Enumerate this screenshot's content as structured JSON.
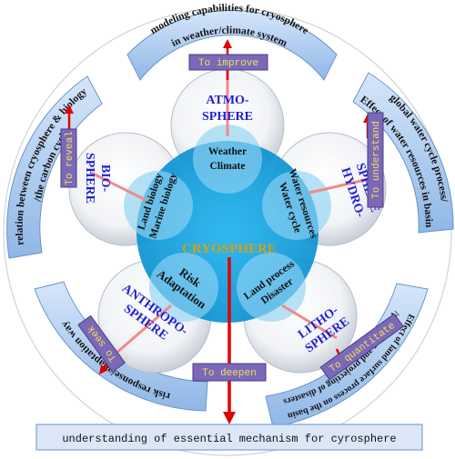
{
  "center": {
    "label": "CRYOSPHERE",
    "color": "#d4a017"
  },
  "spheres": {
    "atmo": {
      "name_line1": "ATMO-",
      "name_line2": "SPHERE",
      "sub_line1": "Weather",
      "sub_line2": "Climate"
    },
    "hydro": {
      "name_line1": "HYDRO-",
      "name_line2": "SPHERE",
      "sub_line1": "Water resources",
      "sub_line2": "Water cycle"
    },
    "litho": {
      "name_line1": "LITHO-",
      "name_line2": "SPHERE",
      "sub_line1": "Land process",
      "sub_line2": "Disaster"
    },
    "anthropo": {
      "name_line1": "ANTHROPO-",
      "name_line2": "SPHERE",
      "sub_line1": "Risk",
      "sub_line2": "Adaptation"
    },
    "bio": {
      "name_line1": "BIO-",
      "name_line2": "SPHERE",
      "sub_line1": "Land biology",
      "sub_line2": "Marine biology"
    }
  },
  "actions": {
    "improve": "To improve",
    "understand": "To understand",
    "quantitate": "To quantitate",
    "seek": "To seek",
    "reveal": "To reveal",
    "deepen": "To deepen"
  },
  "goals": {
    "top_line1": "modeling capabilities for cryosphere",
    "top_line2": "in weather/climate system",
    "right_line1": "global water cycle process/",
    "right_line2": "Effect of water resources in basin",
    "lower_right_line1": "Effect of land surface process on the basin",
    "lower_right_line2": "/predicting and projecting of disasters",
    "lower_left_line1": "risk response/adaptation way",
    "left_line1": "relation between cryosphere & biology",
    "left_line2": "/the carbon cycle",
    "bottom": "understanding of essential mechanism for cyrosphere"
  },
  "colors": {
    "sphere_name": "#1f1fd6",
    "arrow_red": "#e00000",
    "action_box": "#7b68b8",
    "action_text": "#f2e05a",
    "band_fill": "#a9c8ee",
    "center_fill": "#19a8e6"
  }
}
